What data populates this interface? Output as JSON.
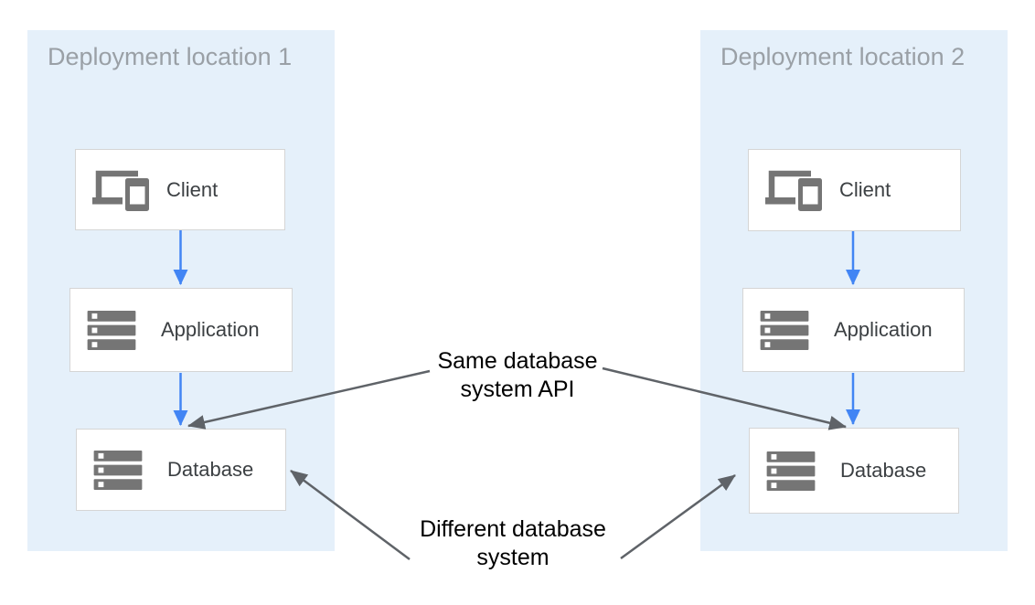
{
  "diagram": {
    "zones": [
      {
        "title": "Deployment location 1",
        "nodes": [
          {
            "label": "Client",
            "icon": "client-devices-icon"
          },
          {
            "label": "Application",
            "icon": "server-stack-icon"
          },
          {
            "label": "Database",
            "icon": "server-stack-icon"
          }
        ]
      },
      {
        "title": "Deployment location 2",
        "nodes": [
          {
            "label": "Client",
            "icon": "client-devices-icon"
          },
          {
            "label": "Application",
            "icon": "server-stack-icon"
          },
          {
            "label": "Database",
            "icon": "server-stack-icon"
          }
        ]
      }
    ],
    "annotations": {
      "same_api": {
        "line1": "Same database",
        "line2": "system API"
      },
      "different_system": {
        "line1": "Different database",
        "line2": "system"
      }
    },
    "colors": {
      "zone_fill": "#E5F0FA",
      "zone_title_text": "#9AA0A6",
      "node_fill": "#FFFFFF",
      "node_border": "#D5D5D5",
      "node_label_text": "#3C4043",
      "icon_gray": "#757575",
      "flow_arrow_blue": "#4285F4",
      "annotation_arrow_gray": "#5F6368",
      "annotation_text": "#000000"
    }
  }
}
